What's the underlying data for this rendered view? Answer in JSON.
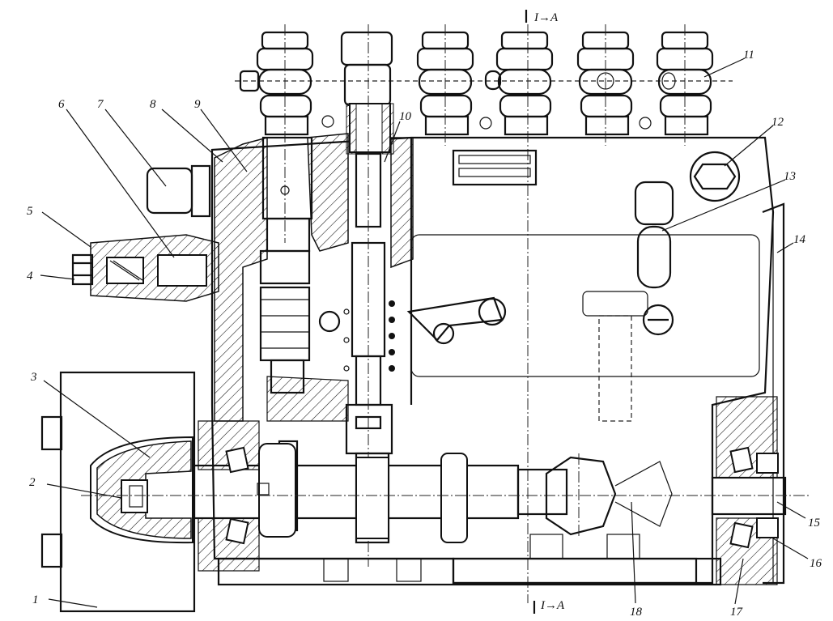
{
  "section_mark": {
    "letter": "A",
    "arrow": "I→"
  },
  "callouts": [
    {
      "id": "c1",
      "text": "1"
    },
    {
      "id": "c2",
      "text": "2"
    },
    {
      "id": "c3",
      "text": "3"
    },
    {
      "id": "c4",
      "text": "4"
    },
    {
      "id": "c5",
      "text": "5"
    },
    {
      "id": "c6",
      "text": "6"
    },
    {
      "id": "c7",
      "text": "7"
    },
    {
      "id": "c8",
      "text": "8"
    },
    {
      "id": "c9",
      "text": "9"
    },
    {
      "id": "c10",
      "text": "10"
    },
    {
      "id": "c11",
      "text": "11"
    },
    {
      "id": "c12",
      "text": "12"
    },
    {
      "id": "c13",
      "text": "13"
    },
    {
      "id": "c14",
      "text": "14"
    },
    {
      "id": "c15",
      "text": "15"
    },
    {
      "id": "c16",
      "text": "16"
    },
    {
      "id": "c17",
      "text": "17"
    },
    {
      "id": "c18",
      "text": "18"
    }
  ],
  "colors": {
    "ink": "#111111",
    "paper": "#ffffff"
  }
}
